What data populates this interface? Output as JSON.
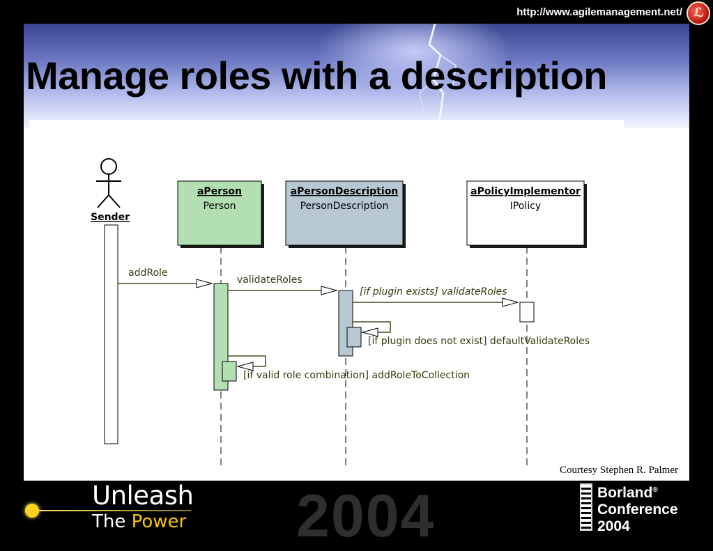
{
  "header": {
    "url": "http://www.agilemanagement.net/",
    "title": "Manage roles with a description"
  },
  "diagram": {
    "actor": {
      "label": "Sender"
    },
    "lifelines": [
      {
        "name": "aPerson",
        "type": "Person",
        "color": "#b3e0b3"
      },
      {
        "name": "aPersonDescription",
        "type": "PersonDescription",
        "color": "#b7c8d3"
      },
      {
        "name": "aPolicyImplementor",
        "type": "IPolicy",
        "color": "#ffffff"
      }
    ],
    "messages": [
      {
        "label": "addRole"
      },
      {
        "label": "validateRoles"
      },
      {
        "label": "[if plugin exists] validateRoles"
      },
      {
        "label": "[if plugin does not exist] defaultValidateRoles"
      },
      {
        "label": "[if valid role combination] addRoleToCollection"
      }
    ]
  },
  "courtesy": "Courtesy Stephen R. Palmer",
  "footer": {
    "unleash": "Unleash",
    "the": "The ",
    "power": "Power",
    "year": "2004",
    "conference": [
      "Borland",
      "Conference",
      "2004"
    ]
  }
}
